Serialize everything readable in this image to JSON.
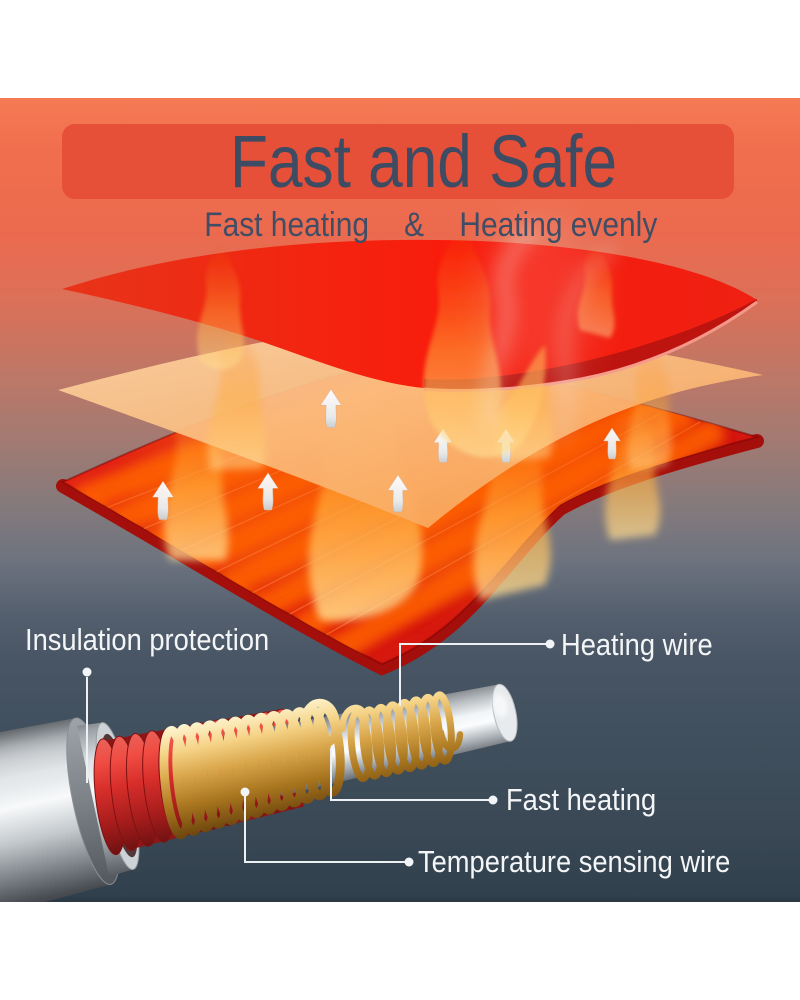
{
  "header": {
    "title": "Fast and Safe",
    "subtitle": {
      "left": "Fast heating",
      "amp": "&",
      "right": "Heating evenly"
    }
  },
  "diagram": {
    "labels": {
      "insulation": "Insulation protection",
      "heating_wire": "Heating wire",
      "fast_heating": "Fast heating",
      "temperature": "Temperature sensing wire"
    }
  },
  "icons": {
    "heat_arrow": "up-arrow"
  },
  "colors": {
    "title_text": "#3d4b63",
    "title_band": "#e64f38",
    "header_bg": "#f1704e",
    "label_text": "#f3f5f7",
    "callout_line": "#eef1f3",
    "bg_top": "#f3734e",
    "bg_bottom": "#2b3844",
    "top_sheet_red": "#f21d0e",
    "pad_red": "#d81a10",
    "coil_glow_orange": "#ff8c1a",
    "diffuser_peach": "#f9b26b",
    "gold_wire": "#d9a54a",
    "red_insulation_wire": "#d92f2c",
    "silver_metal": "#d9dde1",
    "flame_yellow": "#ffdf96"
  }
}
